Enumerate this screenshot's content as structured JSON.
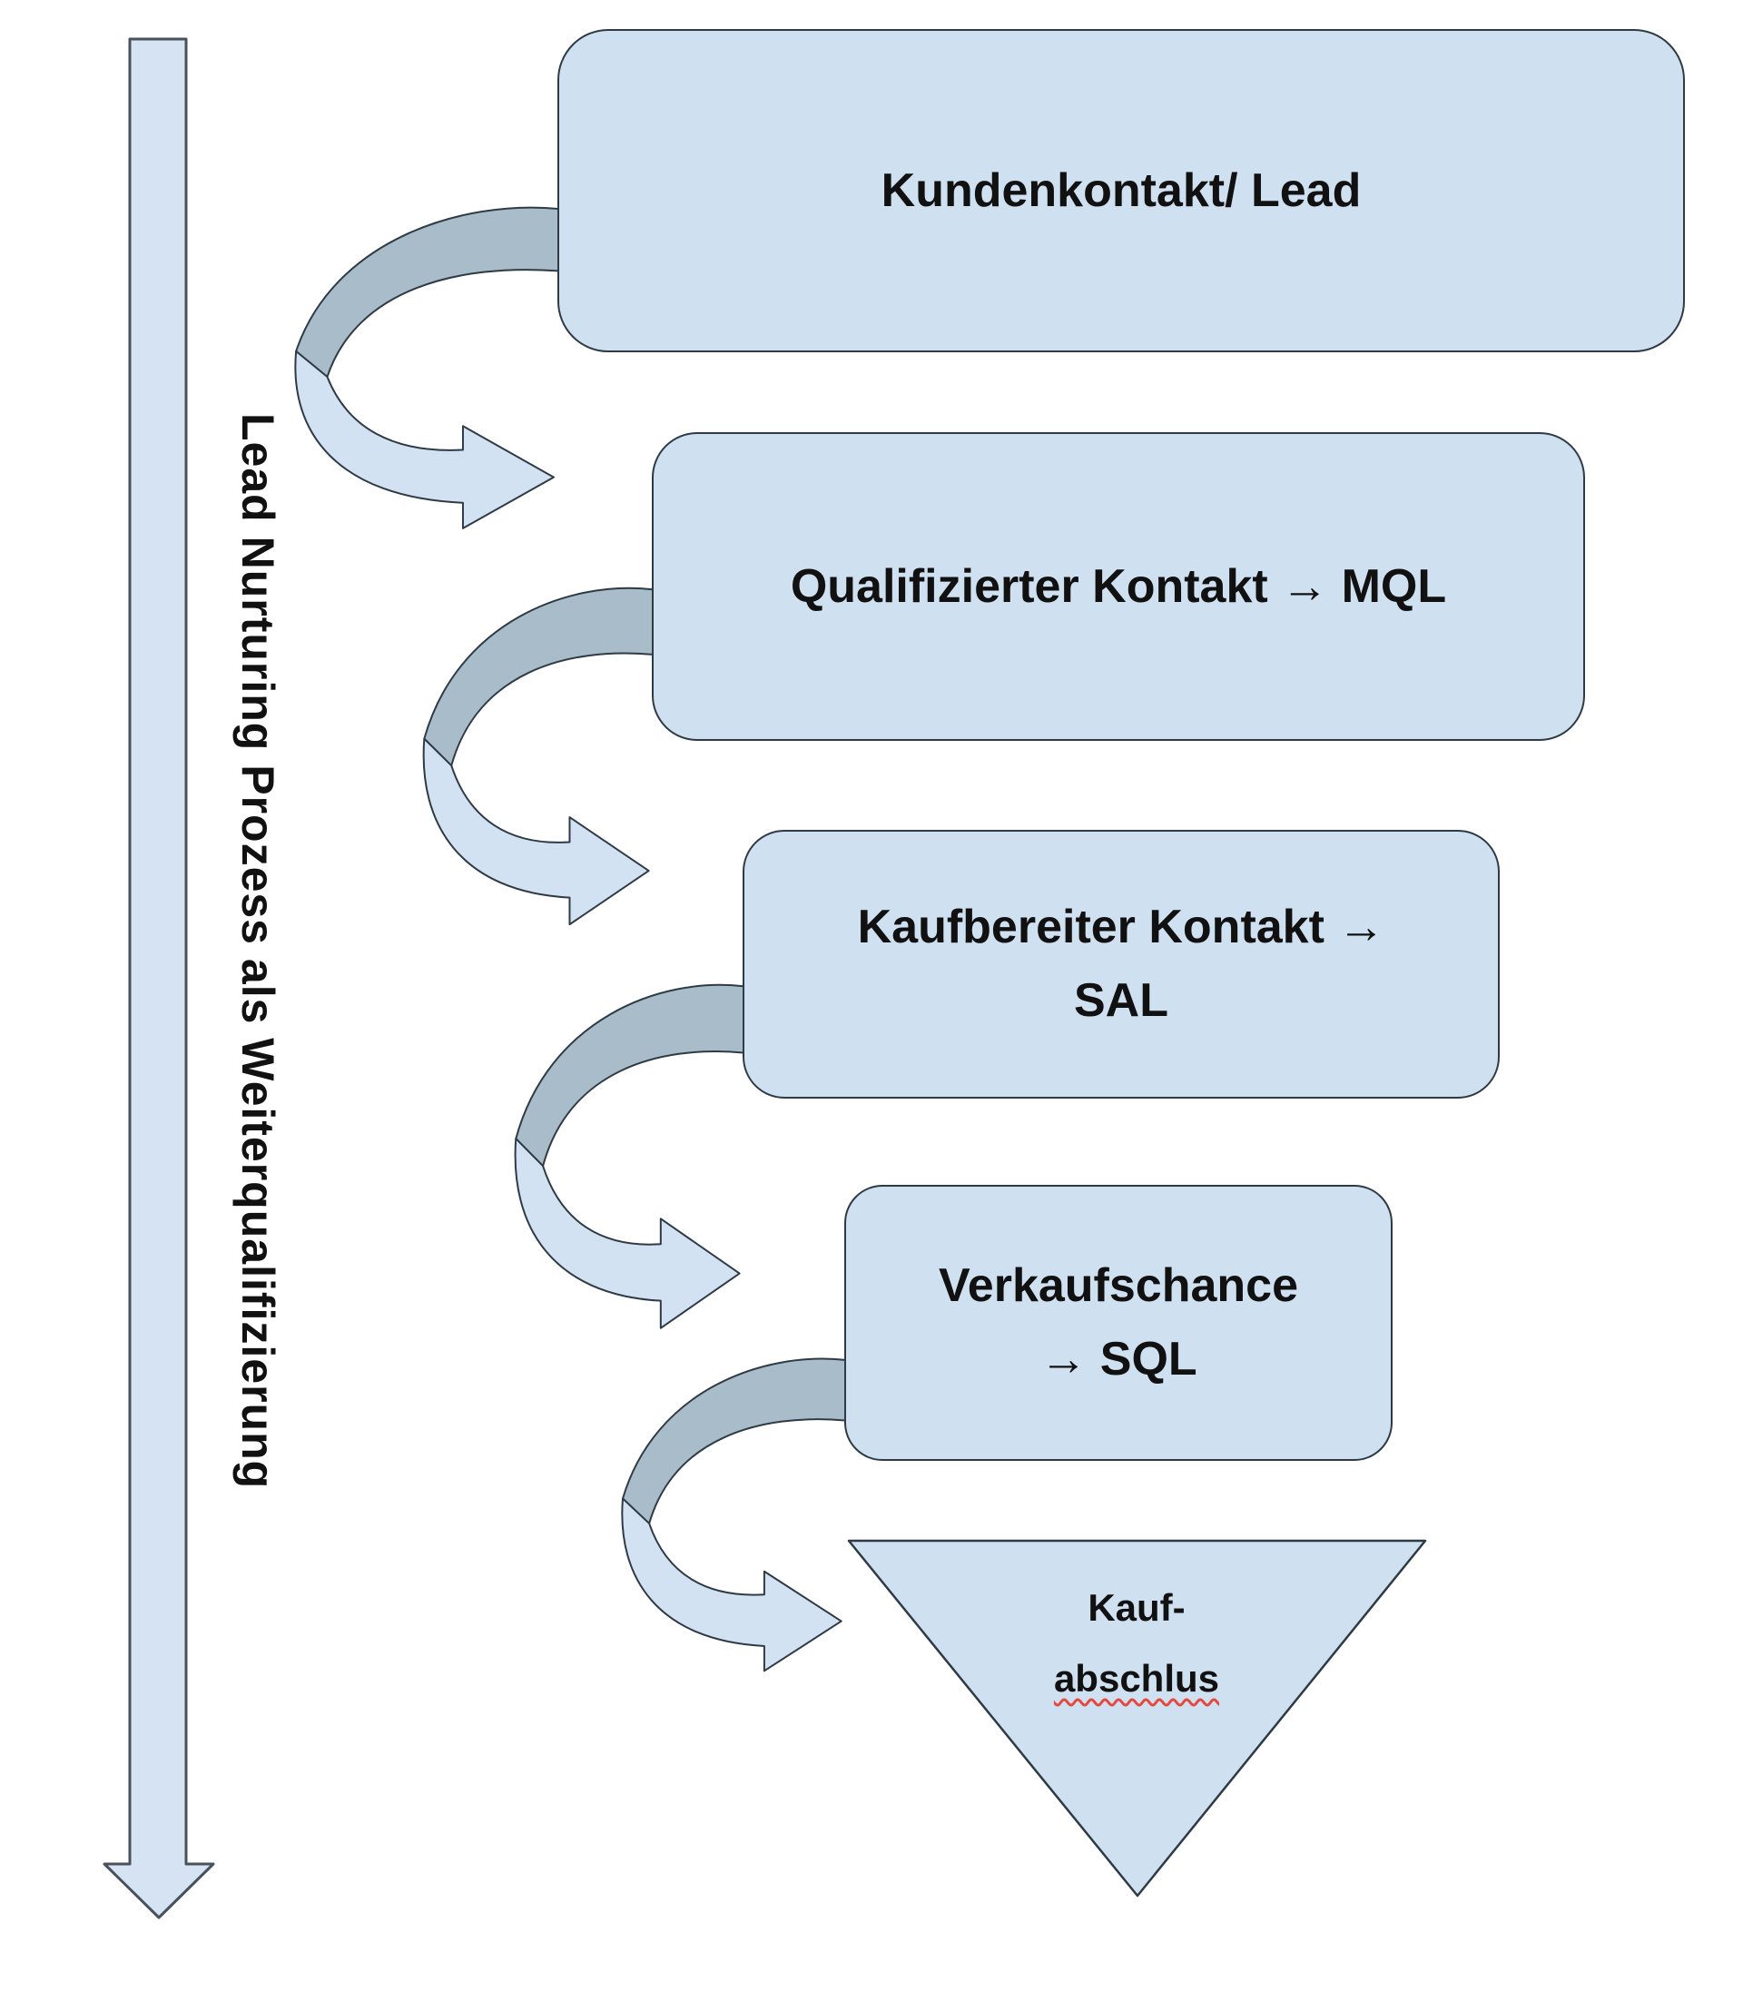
{
  "diagram": {
    "vertical_label": "Lead Nurturing Prozess als Weiterqualifizierung",
    "stages": [
      {
        "shape": "rounded-box",
        "line1": "Kundenkontakt/ Lead"
      },
      {
        "shape": "rounded-box",
        "line1": "Qualifizierter Kontakt → MQL"
      },
      {
        "shape": "rounded-box",
        "line1": "Kaufbereiter Kontakt →",
        "line2": "SAL"
      },
      {
        "shape": "rounded-box",
        "line1": "Verkaufschance",
        "line2": "→ SQL"
      },
      {
        "shape": "inverted-triangle",
        "line1": "Kauf-",
        "line2": "abschlus",
        "line2_spellcheck": true
      }
    ]
  },
  "colors": {
    "shape_fill": "#cfe0f1",
    "shape_border": "#2f3b44",
    "ribbon_dark": "#a8bcca",
    "ribbon_light": "#d3e2f2",
    "vertical_arrow_fill": "#d5e3f3",
    "vertical_arrow_border": "#47525c",
    "text": "#111111",
    "spellcheck": "#e4483e",
    "background": "#ffffff"
  }
}
